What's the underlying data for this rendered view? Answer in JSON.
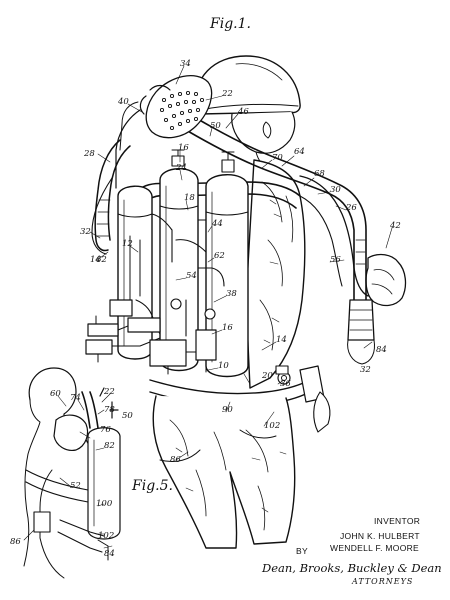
{
  "figures": {
    "fig1": "Fig.1.",
    "fig5": "Fig.5."
  },
  "inventor": {
    "heading": "INVENTOR",
    "names": [
      "JOHN K. HULBERT",
      "WENDELL F. MOORE"
    ],
    "by": "BY",
    "signature": "Dean, Brooks, Buckley & Dean",
    "attorneys": "ATTORNEYS"
  },
  "reference_numerals": {
    "fig1": [
      "34",
      "22",
      "40",
      "46",
      "50",
      "28",
      "16",
      "24",
      "70",
      "64",
      "68",
      "30",
      "26",
      "18",
      "44",
      "32",
      "12",
      "14",
      "62",
      "38",
      "42",
      "56",
      "54",
      "16",
      "14",
      "10",
      "20",
      "36",
      "90",
      "102",
      "86",
      "84",
      "32",
      "62"
    ],
    "fig5": [
      "60",
      "74",
      "22",
      "50",
      "78",
      "76",
      "82",
      "52",
      "100",
      "102",
      "86",
      "84"
    ]
  }
}
